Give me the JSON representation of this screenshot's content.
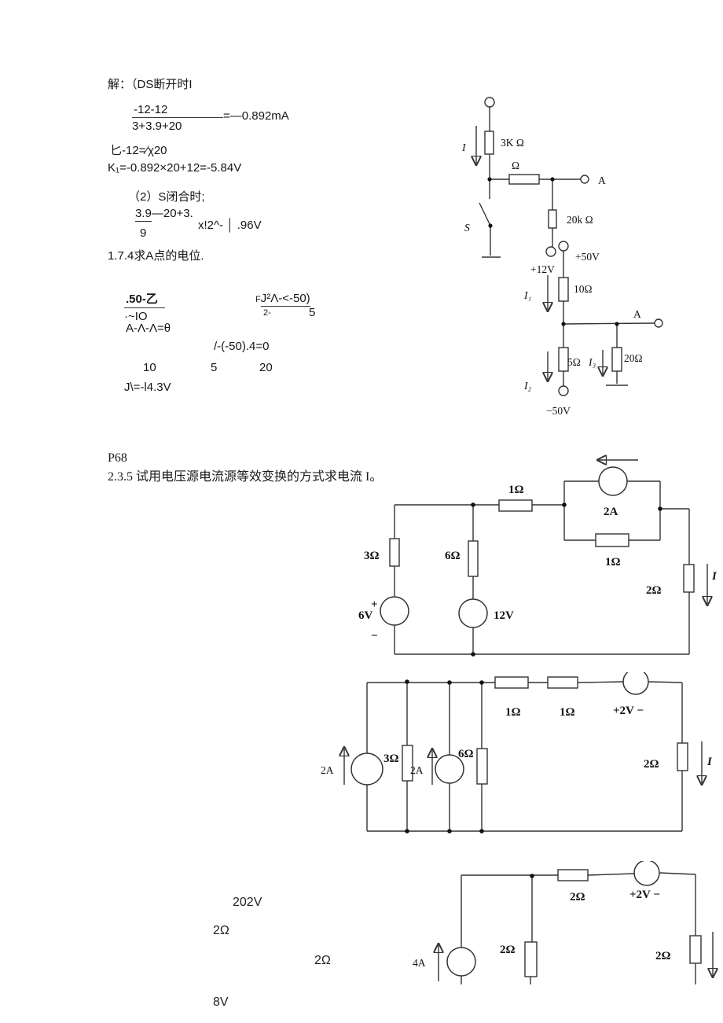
{
  "solution1": {
    "heading": "解：（DS断开时I",
    "frac1_num": "-12-12",
    "frac1_den": "3+3.9+20",
    "frac1_result": "=—0.892mA",
    "eq1": "匕-12=∕χ20",
    "eq2": "K₁=-0.892×20+12=-5.84V",
    "step2": "（2）S闭合时;",
    "frac2_num_u": "3.9",
    "frac2_num_rest": "—20+3.",
    "frac2_den": "9",
    "frac2_side": "x!2^- │ .96V",
    "problem_174": "1.7.4求A点的电位."
  },
  "solution2": {
    "fracA_num": ".50-乙",
    "fracA_den": "·~IO",
    "fracB_pre": "F",
    "fracB_num": "J²Λ-<-50)",
    "fracB_den1": "2-",
    "fracB_den2": "5",
    "eq1": "A-Λ-Λ=θ",
    "eq2": "/-(-50).4=0",
    "n1": "10",
    "n2": "5",
    "n3": "20",
    "eq3": "J\\=-l4.3V"
  },
  "section": {
    "page_ref": "P68",
    "title": "2.3.5 试用电压源电流源等效变换的方式求电流 I。"
  },
  "circuit1": {
    "current": "I",
    "r1": "3K Ω",
    "r2": "Ω",
    "terminal_a1": "A",
    "switch": "S",
    "r3": "20k Ω",
    "v1": "+12V",
    "v2": "+50V",
    "r4": "10Ω",
    "i1": "I₁",
    "terminal_a2": "A",
    "r5": "5Ω",
    "i2": "I₂",
    "i3": "I₃",
    "r6": "20Ω",
    "v3": "−50V"
  },
  "circuit2": {
    "r_top": "1Ω",
    "source": "2A",
    "r_parallel": "1Ω",
    "r_left": "3Ω",
    "r_mid": "6Ω",
    "v_left_plus": "+",
    "v_left": "6V",
    "v_left_minus": "−",
    "v_mid": "12V",
    "r_right": "2Ω",
    "current": "I"
  },
  "circuit3": {
    "src1": "2A",
    "r1": "3Ω",
    "src2": "2A",
    "r2": "6Ω",
    "r3": "1Ω",
    "r4": "1Ω",
    "v": "+2V −",
    "r5": "2Ω",
    "current": "I"
  },
  "circuit4": {
    "src": "4A",
    "r1": "2Ω",
    "r2": "2Ω",
    "v": "+2V −",
    "r3": "2Ω"
  },
  "loose": {
    "a": "202V",
    "b": "2Ω",
    "c": "2Ω",
    "d": "8V"
  }
}
